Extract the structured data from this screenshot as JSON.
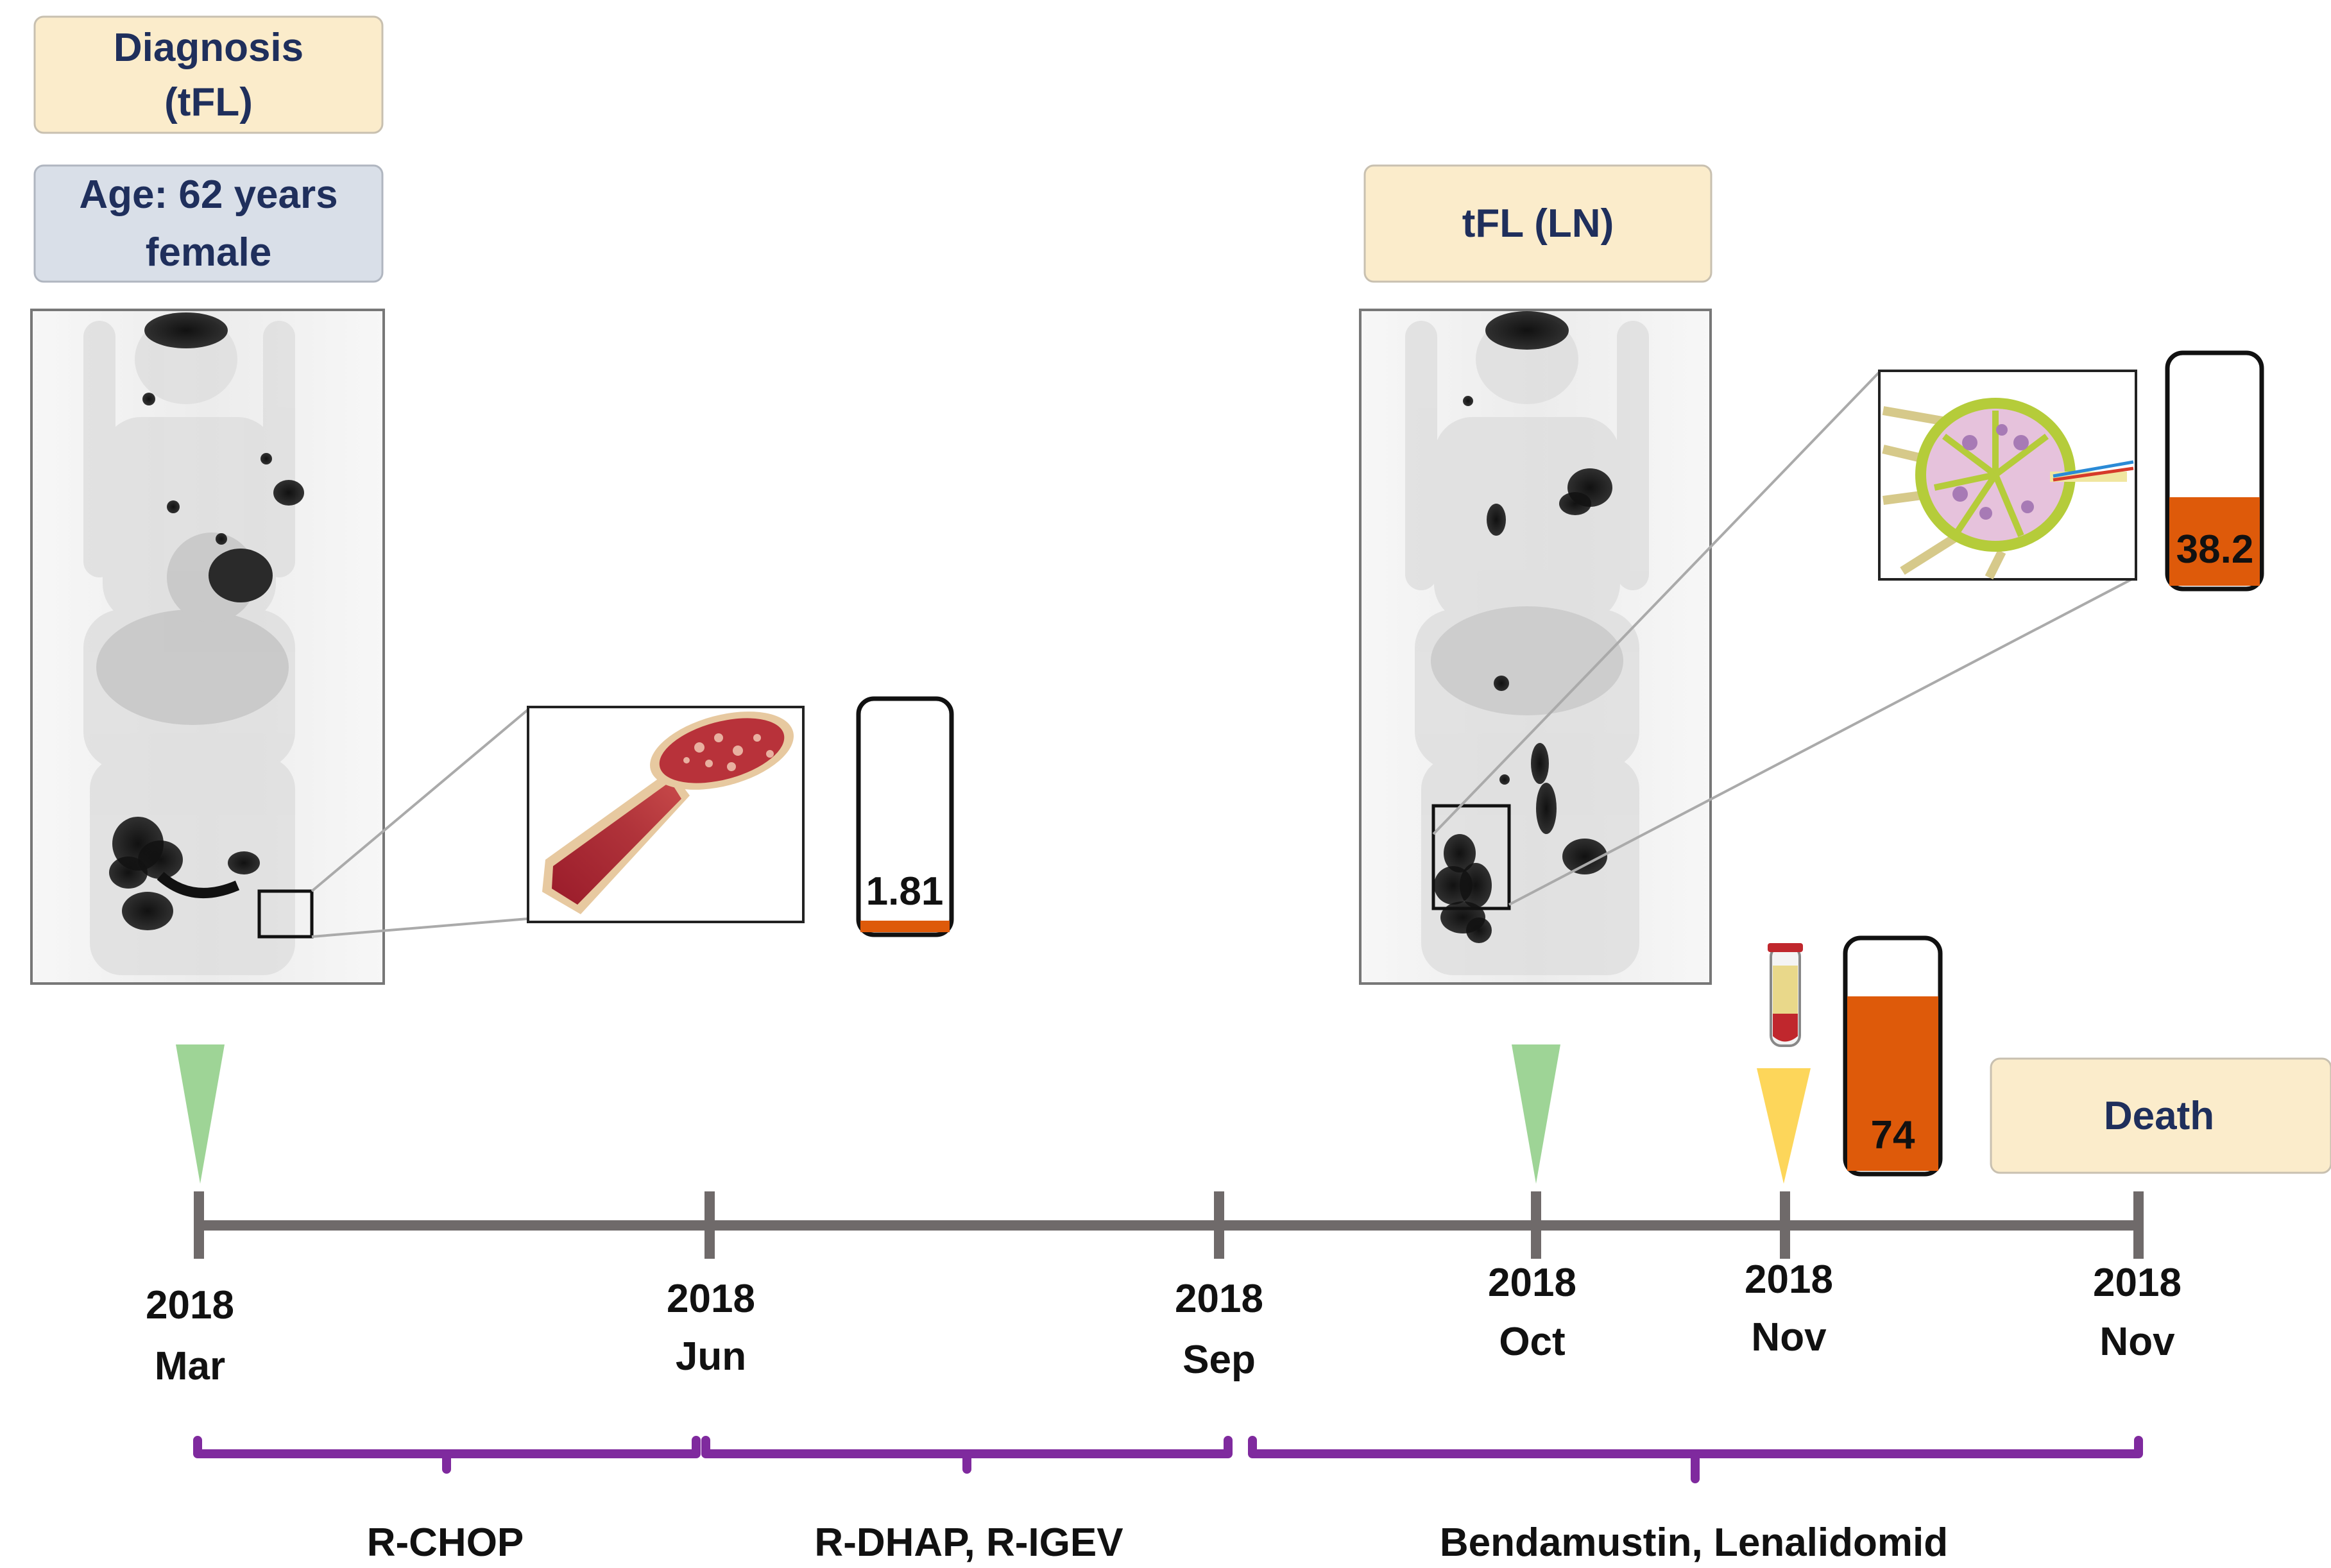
{
  "boxes": {
    "diagnosis_line1": "Diagnosis",
    "diagnosis_line2": "(tFL)",
    "age_line1": "Age: 62 years",
    "age_line2": "female",
    "tfl_ln": "tFL (LN)",
    "death": "Death"
  },
  "gauges": {
    "bone_marrow": {
      "value": "1.81",
      "fill_fraction": 0.05
    },
    "lymph_node": {
      "value": "38.2",
      "fill_fraction": 0.38
    },
    "blood": {
      "value": "74",
      "fill_fraction": 0.74
    }
  },
  "timeline": {
    "ticks": [
      {
        "year": "2018",
        "month": "Mar"
      },
      {
        "year": "2018",
        "month": "Jun"
      },
      {
        "year": "2018",
        "month": "Sep"
      },
      {
        "year": "2018",
        "month": "Oct"
      },
      {
        "year": "2018",
        "month": "Nov"
      },
      {
        "year": "2018",
        "month": "Nov"
      }
    ]
  },
  "therapies": [
    {
      "label": "R-CHOP"
    },
    {
      "label": "R-DHAP, R-IGEV"
    },
    {
      "label": "Bendamustin, Lenalidomid"
    }
  ],
  "colors": {
    "box_yellow": "#fbeccb",
    "box_blue": "#d9dfe8",
    "text_navy": "#1f2f5c",
    "fill_orange": "#de5a0a",
    "axis_gray": "#6f6a6a",
    "bracket_purple": "#7f2a9e",
    "marker_green": "#9ed496",
    "marker_yellow": "#fdd65a"
  }
}
